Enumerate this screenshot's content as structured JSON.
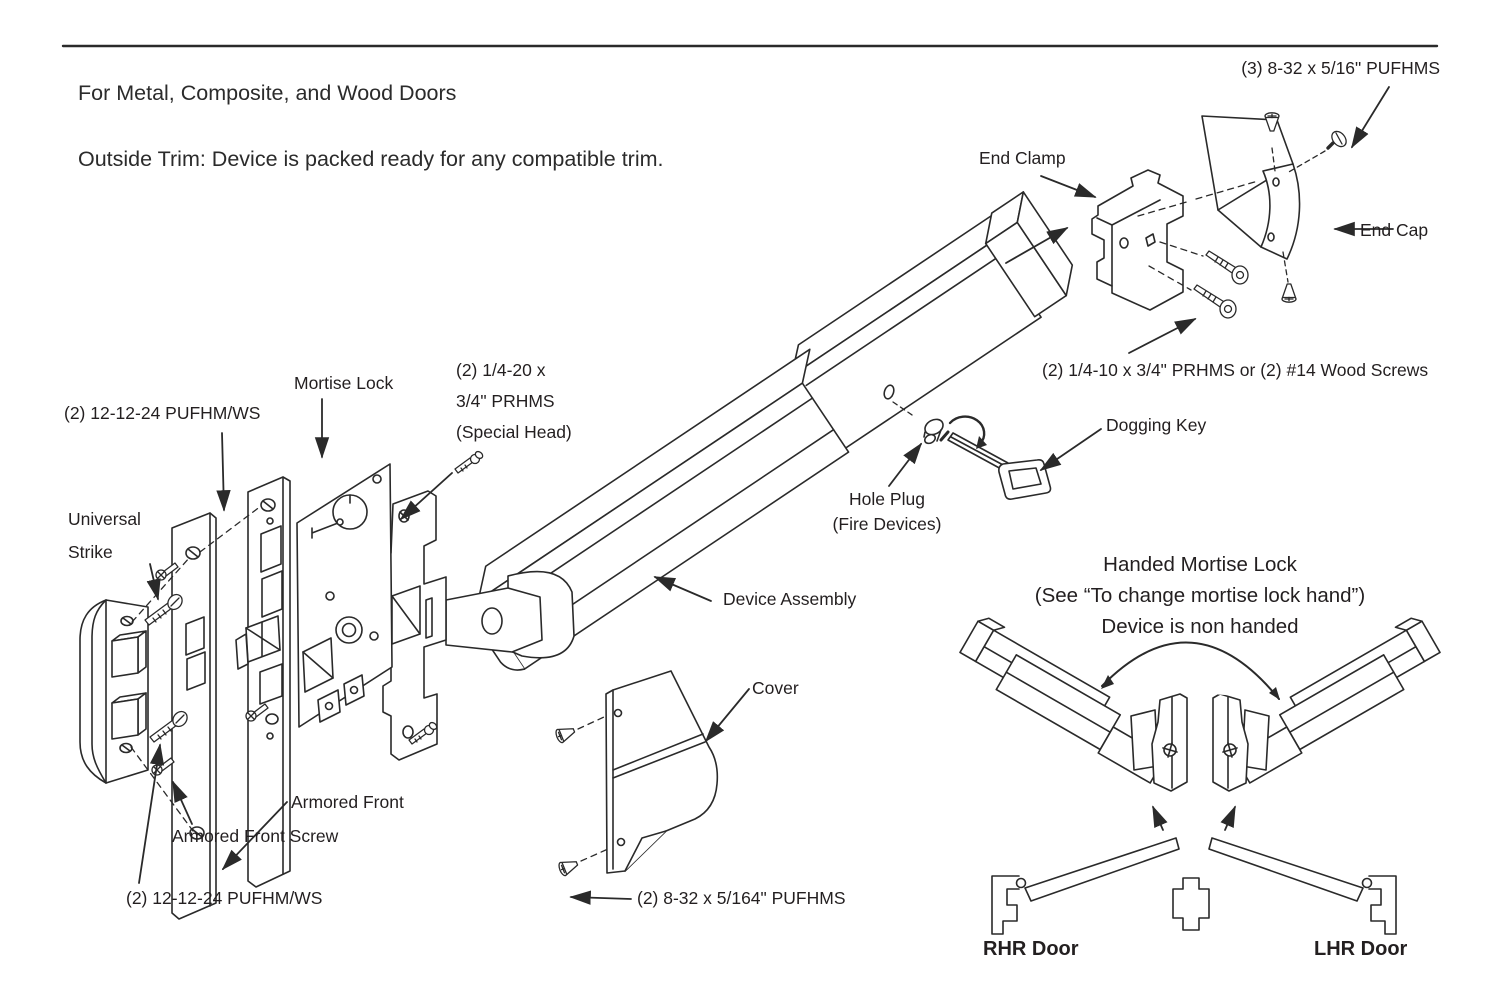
{
  "colors": {
    "ink": "#2a2a2a",
    "text": "#231f20",
    "background": "#ffffff"
  },
  "header": {
    "line1": "For Metal, Composite, and Wood Doors",
    "line2": "Outside Trim: Device is packed ready for any compatible trim."
  },
  "callouts": {
    "pufhms_top": "(3) 8-32 x 5/16\" PUFHMS",
    "end_clamp": "End Clamp",
    "end_cap": "End Cap",
    "prhms_or_wood": "(2) 1/4-10 x 3/4\" PRHMS or (2) #14 Wood Screws",
    "dogging_key": "Dogging Key",
    "hole_plug_line1": "Hole Plug",
    "hole_plug_line2": "(Fire Devices)",
    "mortise_lock": "Mortise Lock",
    "prhms_special_line1": "(2) 1/4-20 x",
    "prhms_special_line2": "3/4\" PRHMS",
    "prhms_special_line3": "(Special Head)",
    "pufhm_ws_top": "(2) 12-12-24 PUFHM/WS",
    "universal_strike_line1": "Universal",
    "universal_strike_line2": "Strike",
    "device_assembly": "Device Assembly",
    "cover": "Cover",
    "armored_front": "Armored Front",
    "armored_front_screw": "Armored Front Screw",
    "pufhm_ws_bottom": "(2) 12-12-24 PUFHM/WS",
    "pufhms_cover": "(2) 8-32 x 5/164\" PUFHMS"
  },
  "handed_note": {
    "line1": "Handed Mortise Lock",
    "line2": "(See “To change mortise lock hand”)",
    "line3": "Device is non handed"
  },
  "door_labels": {
    "rhr": "RHR Door",
    "lhr": "LHR Door"
  }
}
